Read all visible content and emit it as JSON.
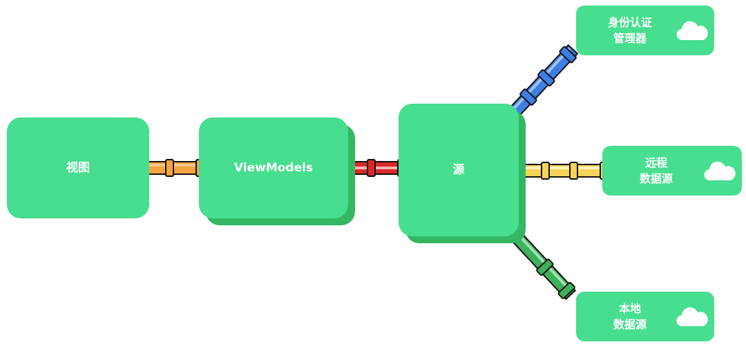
{
  "nodes": {
    "view": "视图",
    "viewmodels": "ViewModels",
    "source": "源",
    "auth": "身份认证\n管理器",
    "remote": "远程\n数据源",
    "local": "本地\n数据源"
  },
  "colors": {
    "box": "#47de8f",
    "box_shadow": "#34b663",
    "pipe_orange": "#f4a443",
    "pipe_red": "#d92a2a",
    "pipe_blue": "#3d7fe3",
    "pipe_yellow": "#f7d358",
    "pipe_green": "#3cb25a"
  },
  "icons": {
    "auth": "cloud-icon",
    "remote": "cloud-icon",
    "local": "cloud-icon"
  }
}
